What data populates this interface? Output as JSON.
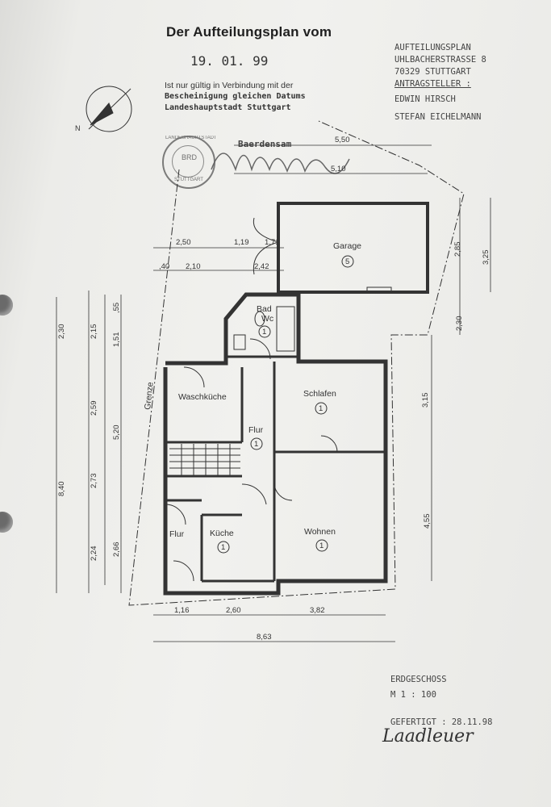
{
  "header": {
    "title": "Der Aufteilungsplan vom",
    "date": "19. 01. 99",
    "validity": [
      "Ist nur gültig in Verbindung mit der",
      "Bescheinigung gleichen Datums",
      "Landeshauptstadt Stuttgart"
    ]
  },
  "project": {
    "line1": "AUFTEILUNGSPLAN",
    "line2": "UHLBACHERSTRASSE 8",
    "line3": "70329  STUTTGART",
    "applicant_label": "ANTRAGSTELLER :",
    "applicant1": "EDWIN HIRSCH",
    "applicant2": "STEFAN EICHELMANN"
  },
  "stamp": {
    "top": "LANDESHAUPTSTADT",
    "bottom": "STUTTGART",
    "center": "BRD"
  },
  "compass": {
    "north": "N"
  },
  "signature": {
    "text": "Baerdensam"
  },
  "rooms": {
    "garage": "Garage",
    "garage_no": "5",
    "bad": "Bad",
    "wc": "Wc",
    "bad_no": "1",
    "waschkueche": "Waschküche",
    "schlafen": "Schlafen",
    "schlafen_no": "1",
    "flur_main": "Flur",
    "flur_main_no": "1",
    "flur_left": "Flur",
    "kueche": "Küche",
    "kueche_no": "1",
    "wohnen": "Wohnen",
    "wohnen_no": "1",
    "grenze": "Grenze"
  },
  "dims": {
    "top": [
      "5,50",
      "5,10"
    ],
    "garage_row1": [
      "2,50",
      "1,19",
      "1,71"
    ],
    "garage_row2": [
      ",40",
      "2,10",
      "2,42"
    ],
    "left_a": [
      "2,30",
      "8,40"
    ],
    "left_b": [
      "2,15",
      "2,59",
      "2,73",
      "2,24"
    ],
    "left_c": [
      ",55",
      "1,51",
      "5,20",
      "2,66"
    ],
    "right_a": [
      "2,85",
      "2,30",
      "3,15",
      "4,55"
    ],
    "right_b": [
      "3,25"
    ],
    "bottom1": [
      "1,16",
      "2,60",
      "3,82"
    ],
    "bottom2": [
      "8,63"
    ]
  },
  "footer": {
    "floor": "ERDGESCHOSS",
    "scale": "M  1 : 100",
    "made": "GEFERTIGT : 28.11.98",
    "sig": "Laadleuer"
  }
}
